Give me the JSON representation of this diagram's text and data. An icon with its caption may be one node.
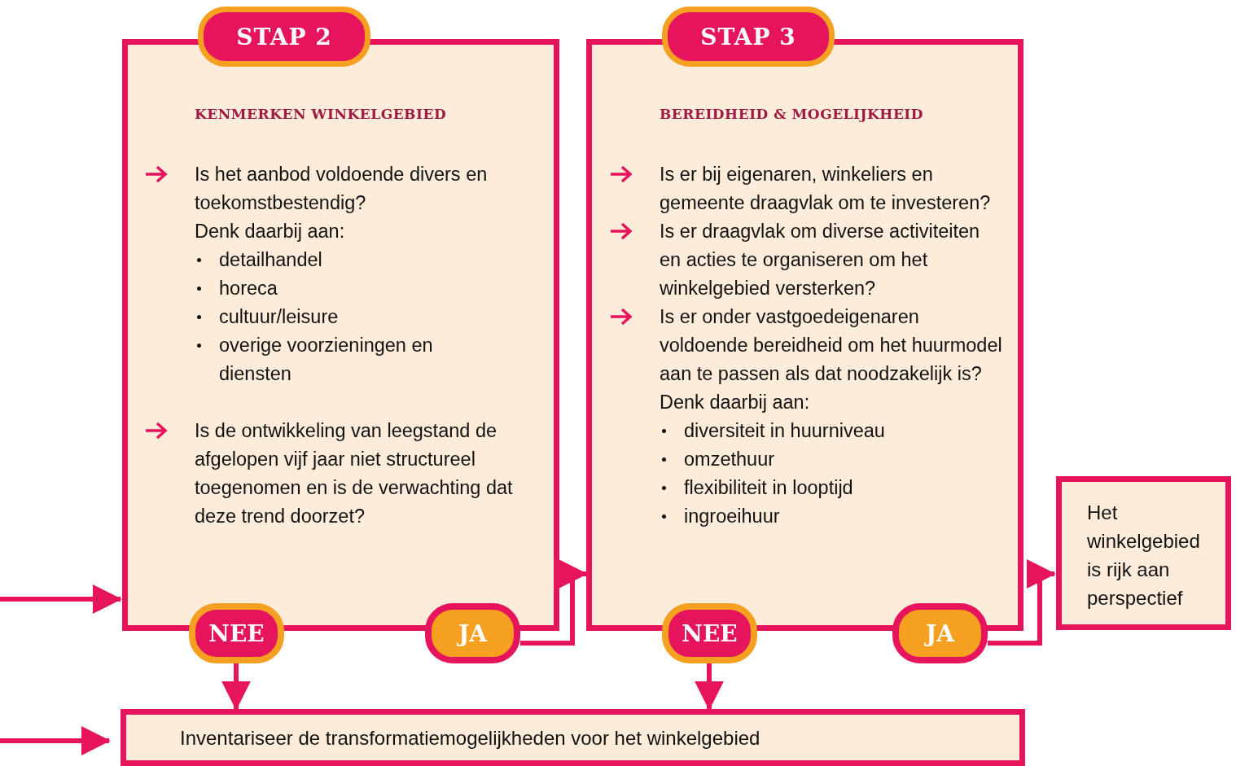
{
  "diagram": {
    "nodes": [
      {
        "text": [
          "STAP 2",
          "KENMERKEN WINKELGEBIED",
          "Is het aanbod voldoende divers en toekomstbestendig?",
          "Denk daarbij aan:",
          "detailhandel",
          "horeca",
          "cultuur/leisure",
          "overige voorzieningen en diensten",
          "Is de ontwikkeling van leegstand de afgelopen vijf jaar niet structureel toegenomen en is de verwachting dat deze trend doorzet?"
        ]
      },
      {
        "text": [
          "STAP 3",
          "BEREIDHEID & MOGELIJKHEID",
          "Is er bij eigenaren, winkeliers en gemeente draagvlak om te investeren?",
          "Is er draagvlak om diverse activiteiten en acties te organiseren om het winkelgebied versterken?",
          "Is er onder vastgoedeigenaren voldoende bereidheid om het huurmodel aan te passen als dat noodzakelijk is?",
          "Denk daarbij aan:",
          "diversiteit in huurniveau",
          "omzethuur",
          "flexibiliteit in looptijd",
          "ingroeihuur"
        ]
      },
      {
        "text": [
          "NEE"
        ]
      },
      {
        "text": [
          "JA"
        ]
      },
      {
        "text": [
          "NEE"
        ]
      },
      {
        "text": [
          "JA"
        ]
      },
      {
        "text": [
          "Het winkelgebied is rijk aan perspectief"
        ]
      },
      {
        "text": [
          "Inventariseer de transformatiemogelijkheden voor het winkelgebied"
        ]
      }
    ],
    "edges": [
      {
        "from": null,
        "to": 0,
        "arrow": "to"
      },
      {
        "from": null,
        "to": 7,
        "arrow": "to"
      },
      {
        "from": 2,
        "to": 7,
        "arrow": "to"
      },
      {
        "from": 3,
        "to": 1,
        "arrow": "to"
      },
      {
        "from": 4,
        "to": 7,
        "arrow": "to"
      },
      {
        "from": 5,
        "to": 6,
        "arrow": "to"
      }
    ]
  }
}
